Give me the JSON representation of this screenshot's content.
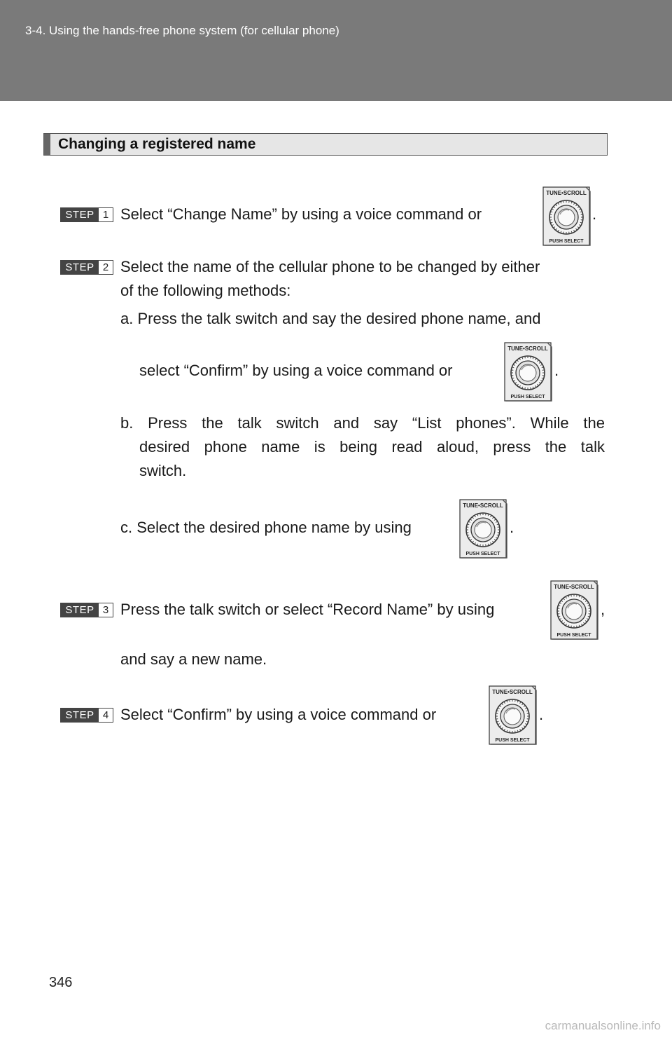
{
  "header": {
    "breadcrumb": "3-4. Using the hands-free phone system (for cellular phone)"
  },
  "section": {
    "title": "Changing a registered name"
  },
  "knob": {
    "top_label": "TUNE•SCROLL",
    "bottom_label": "PUSH SELECT",
    "icon": "tune-scroll-knob"
  },
  "steps": [
    {
      "label": "STEP",
      "number": "1",
      "text": "Select “Change Name” by using a voice command or",
      "end": "."
    },
    {
      "label": "STEP",
      "number": "2",
      "line1": "Select the name of the cellular phone to be changed by either",
      "line2": "of the following methods:"
    },
    {
      "label": "STEP",
      "number": "3",
      "text": "Press the talk switch or select “Record Name” by using",
      "end": ",",
      "line2": "and say a new name."
    },
    {
      "label": "STEP",
      "number": "4",
      "text": "Select “Confirm” by using a voice command or",
      "end": "."
    }
  ],
  "methods": {
    "a": {
      "line1": "a. Press the talk switch and say the desired phone name, and",
      "line2": "select “Confirm” by using a voice command or",
      "end": "."
    },
    "b": {
      "line1": "b. Press the talk switch and say “List phones”. While the",
      "line2": "desired phone name is being read aloud, press the talk",
      "line3": "switch."
    },
    "c": {
      "text": "c. Select the desired phone name by using",
      "end": "."
    }
  },
  "page_number": "346",
  "watermark": "carmanualsonline.info"
}
